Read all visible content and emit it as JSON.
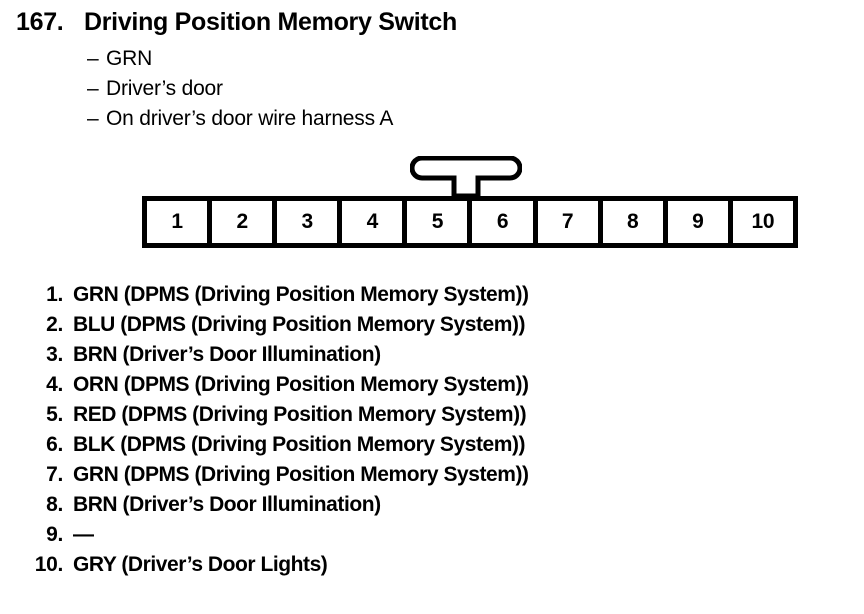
{
  "header": {
    "entry_number": "167.",
    "title": "Driving Position Memory Switch",
    "subitems": [
      {
        "dash": "–",
        "text": "GRN"
      },
      {
        "dash": "–",
        "text": "Driver’s door"
      },
      {
        "dash": "–",
        "text": "On driver’s door wire harness A"
      }
    ]
  },
  "connector": {
    "name": "10-pin connector",
    "latch_icon": "connector-latch-tab",
    "latch_spans_pins": "5-6",
    "pins": [
      {
        "number": "1"
      },
      {
        "number": "2"
      },
      {
        "number": "3"
      },
      {
        "number": "4"
      },
      {
        "number": "5"
      },
      {
        "number": "6"
      },
      {
        "number": "7"
      },
      {
        "number": "8"
      },
      {
        "number": "9"
      },
      {
        "number": "10"
      }
    ]
  },
  "pin_list": [
    {
      "index": "1.",
      "description": "GRN (DPMS (Driving Position Memory System))"
    },
    {
      "index": "2.",
      "description": "BLU (DPMS (Driving Position Memory System))"
    },
    {
      "index": "3.",
      "description": "BRN (Driver’s Door Illumination)"
    },
    {
      "index": "4.",
      "description": "ORN (DPMS (Driving Position Memory System))"
    },
    {
      "index": "5.",
      "description": "RED (DPMS (Driving Position Memory System))"
    },
    {
      "index": "6.",
      "description": "BLK (DPMS (Driving Position Memory System))"
    },
    {
      "index": "7.",
      "description": "GRN (DPMS (Driving Position Memory System))"
    },
    {
      "index": "8.",
      "description": "BRN (Driver’s Door Illumination)"
    },
    {
      "index": "9.",
      "description": "—"
    },
    {
      "index": "10.",
      "description": "GRY (Driver’s Door Lights)"
    }
  ],
  "colors": {
    "ink": "#000000",
    "paper": "#ffffff"
  }
}
